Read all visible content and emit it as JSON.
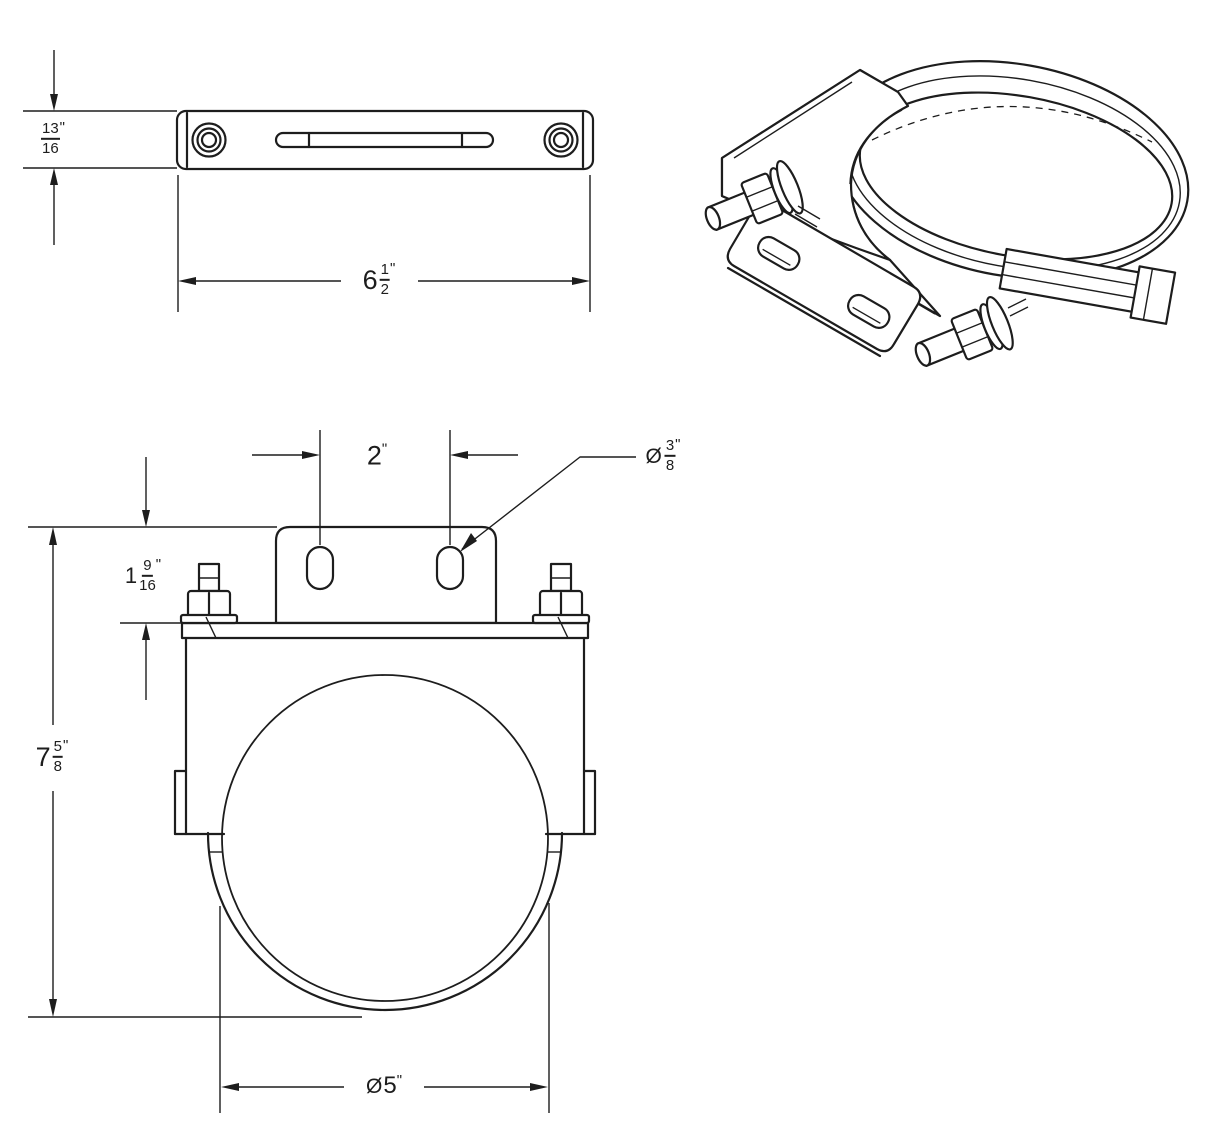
{
  "drawing": {
    "type": "technical-drawing",
    "subject": "u-bolt-exhaust-clamp-with-bracket",
    "background_color": "#ffffff",
    "line_color": "#1d1d1d",
    "views": {
      "top_view": "strap top view",
      "isometric_view": "clamp isometric view",
      "front_view": "clamp front view"
    },
    "dimensions": {
      "strap_height": {
        "num": "13",
        "den": "16",
        "unit": "\""
      },
      "overall_width": {
        "whole": "6",
        "num": "1",
        "den": "2",
        "unit": "\""
      },
      "hole_spacing": {
        "whole": "2",
        "unit": "\""
      },
      "hole_diameter": {
        "prefix": "Ø",
        "num": "3",
        "den": "8",
        "unit": "\""
      },
      "bracket_height": {
        "whole": "1",
        "num": "9",
        "den": "16",
        "unit": "\""
      },
      "overall_height": {
        "whole": "7",
        "num": "5",
        "den": "8",
        "unit": "\""
      },
      "clamp_diameter": {
        "prefix": "Ø",
        "whole": "5",
        "unit": "\""
      }
    }
  }
}
